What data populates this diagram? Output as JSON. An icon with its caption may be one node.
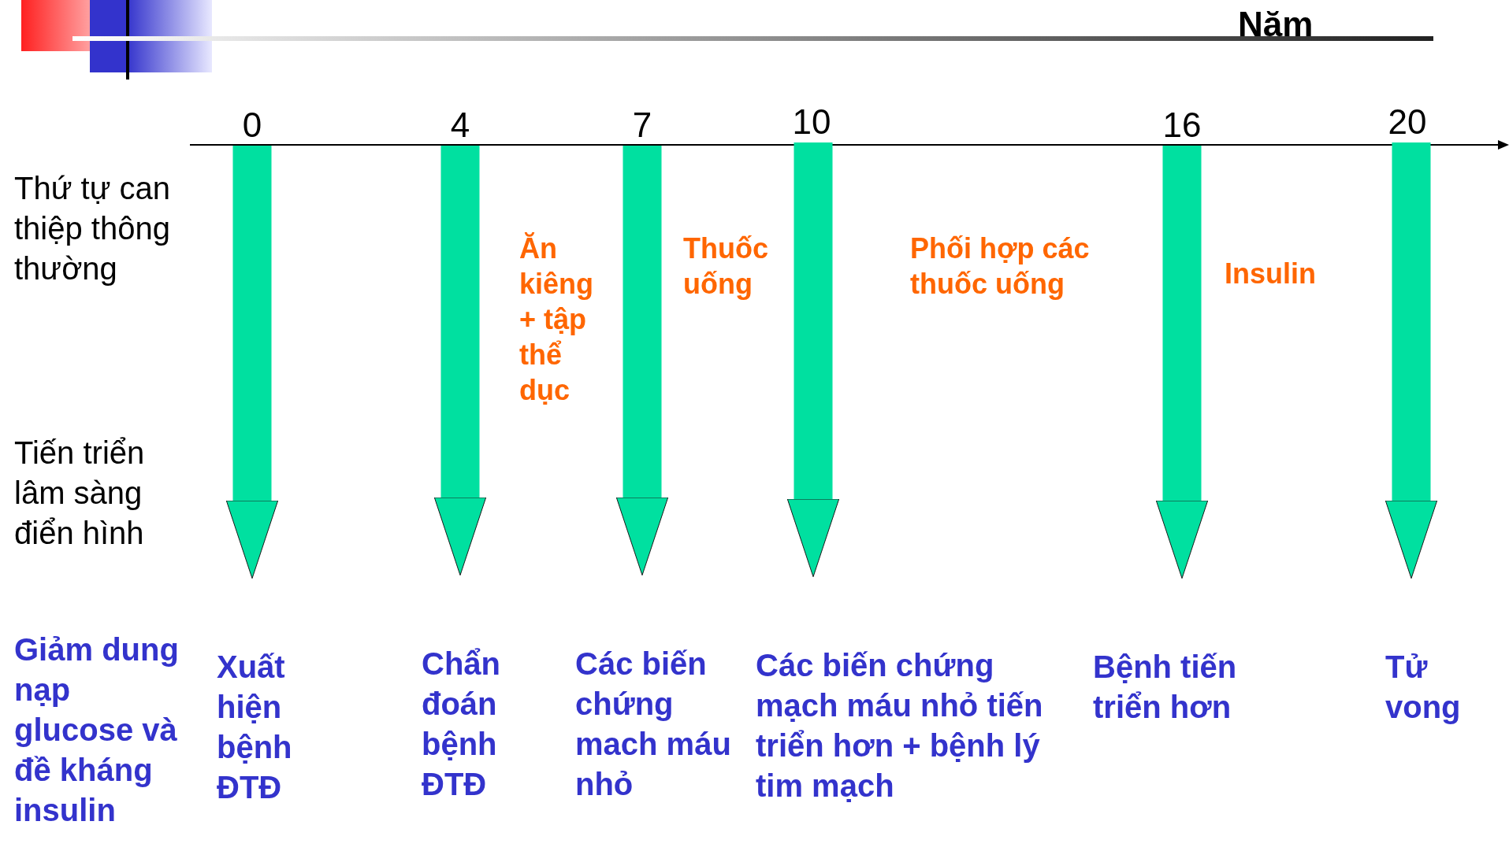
{
  "diagram": {
    "nodes": [
      {
        "text": [
          "0"
        ]
      },
      {
        "text": [
          "4"
        ]
      },
      {
        "text": [
          "7"
        ]
      },
      {
        "text": [
          "10"
        ]
      },
      {
        "text": [
          "16"
        ]
      },
      {
        "text": [
          "20"
        ]
      },
      {
        "text": [
          "Xuất hiện bệnh ĐTĐ"
        ]
      },
      {
        "text": [
          "Chẩn đoán bệnh ĐTĐ"
        ]
      },
      {
        "text": [
          "Các biến chứng mach máu nhỏ"
        ]
      },
      {
        "text": [
          "Các biến chứng mạch máu nhỏ tiến triển hơn + bệnh lý tim mạch"
        ]
      },
      {
        "text": [
          "Bệnh tiến triển hơn"
        ]
      },
      {
        "text": [
          "Tử vong"
        ]
      }
    ],
    "edges": [
      {
        "from": 0,
        "to": 6,
        "arrow": "to"
      },
      {
        "from": 1,
        "to": 7,
        "arrow": "to"
      },
      {
        "from": 2,
        "to": 8,
        "arrow": "to"
      },
      {
        "from": 3,
        "to": 9,
        "arrow": "to"
      },
      {
        "from": 4,
        "to": 10,
        "arrow": "to"
      },
      {
        "from": 5,
        "to": 11,
        "arrow": "to"
      }
    ],
    "labels": [
      "Năm",
      "Thứ tự can thiệp thông thường",
      "Ăn kiêng + tập thể dục",
      "Thuốc uống",
      "Phối hợp các thuốc uống",
      "Insulin",
      "Tiến triển lâm sàng điển hình",
      "Giảm dung nạp glucose và đề kháng insulin"
    ]
  }
}
